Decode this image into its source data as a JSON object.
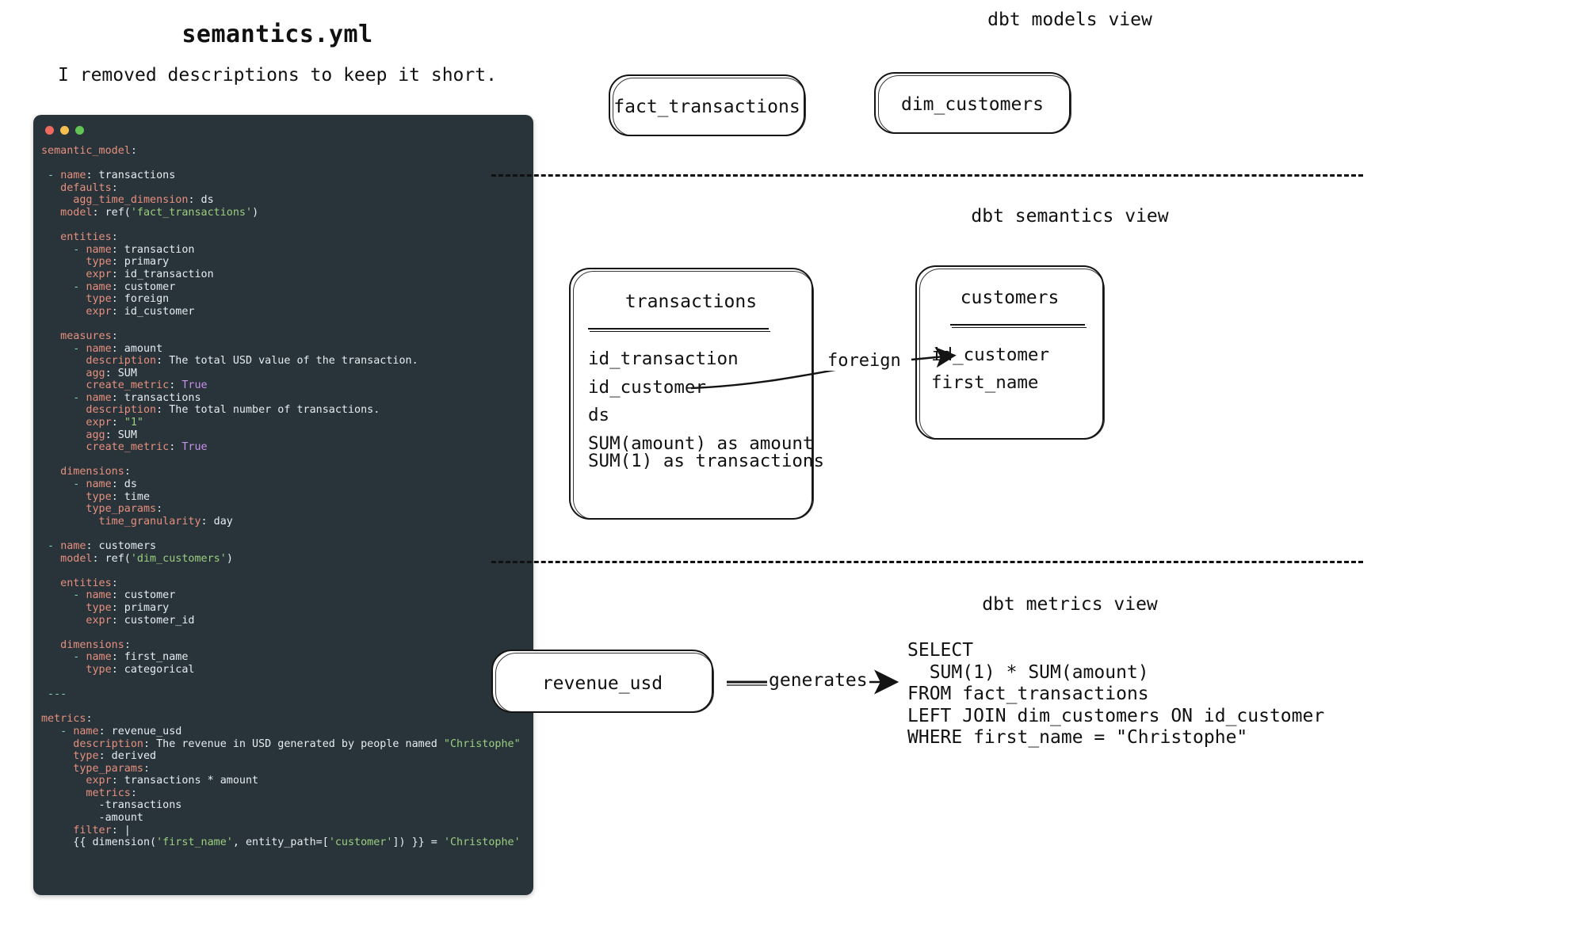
{
  "file_panel": {
    "title": "semantics.yml",
    "subtitle": "I removed descriptions to keep it short.",
    "window_dots": [
      "close-red",
      "minimize-yellow",
      "maximize-green"
    ],
    "code_lines": [
      [
        {
          "t": "semantic_model",
          "c": "k"
        },
        {
          "t": ":",
          "c": "punc"
        }
      ],
      [],
      [
        {
          "t": " - ",
          "c": "dash"
        },
        {
          "t": "name",
          "c": "k"
        },
        {
          "t": ": transactions",
          "c": "v"
        }
      ],
      [
        {
          "t": "   defaults",
          "c": "k"
        },
        {
          "t": ":",
          "c": "punc"
        }
      ],
      [
        {
          "t": "     agg_time_dimension",
          "c": "k"
        },
        {
          "t": ": ds",
          "c": "v"
        }
      ],
      [
        {
          "t": "   model",
          "c": "k"
        },
        {
          "t": ": ref(",
          "c": "v"
        },
        {
          "t": "'fact_transactions'",
          "c": "str"
        },
        {
          "t": ")",
          "c": "v"
        }
      ],
      [],
      [
        {
          "t": "   entities",
          "c": "k"
        },
        {
          "t": ":",
          "c": "punc"
        }
      ],
      [
        {
          "t": "     - ",
          "c": "dash"
        },
        {
          "t": "name",
          "c": "k"
        },
        {
          "t": ": transaction",
          "c": "v"
        }
      ],
      [
        {
          "t": "       type",
          "c": "k"
        },
        {
          "t": ": primary",
          "c": "v"
        }
      ],
      [
        {
          "t": "       expr",
          "c": "k"
        },
        {
          "t": ": id_transaction",
          "c": "v"
        }
      ],
      [
        {
          "t": "     - ",
          "c": "dash"
        },
        {
          "t": "name",
          "c": "k"
        },
        {
          "t": ": customer",
          "c": "v"
        }
      ],
      [
        {
          "t": "       type",
          "c": "k"
        },
        {
          "t": ": foreign",
          "c": "v"
        }
      ],
      [
        {
          "t": "       expr",
          "c": "k"
        },
        {
          "t": ": id_customer",
          "c": "v"
        }
      ],
      [],
      [
        {
          "t": "   measures",
          "c": "k"
        },
        {
          "t": ":",
          "c": "punc"
        }
      ],
      [
        {
          "t": "     - ",
          "c": "dash"
        },
        {
          "t": "name",
          "c": "k"
        },
        {
          "t": ": amount",
          "c": "v"
        }
      ],
      [
        {
          "t": "       description",
          "c": "k"
        },
        {
          "t": ": The total USD value of the transaction.",
          "c": "v"
        }
      ],
      [
        {
          "t": "       agg",
          "c": "k"
        },
        {
          "t": ": SUM",
          "c": "v"
        }
      ],
      [
        {
          "t": "       create_metric",
          "c": "k"
        },
        {
          "t": ": ",
          "c": "v"
        },
        {
          "t": "True",
          "c": "bool"
        }
      ],
      [
        {
          "t": "     - ",
          "c": "dash"
        },
        {
          "t": "name",
          "c": "k"
        },
        {
          "t": ": transactions",
          "c": "v"
        }
      ],
      [
        {
          "t": "       description",
          "c": "k"
        },
        {
          "t": ": The total number of transactions.",
          "c": "v"
        }
      ],
      [
        {
          "t": "       expr",
          "c": "k"
        },
        {
          "t": ": ",
          "c": "v"
        },
        {
          "t": "\"1\"",
          "c": "str"
        }
      ],
      [
        {
          "t": "       agg",
          "c": "k"
        },
        {
          "t": ": SUM",
          "c": "v"
        }
      ],
      [
        {
          "t": "       create_metric",
          "c": "k"
        },
        {
          "t": ": ",
          "c": "v"
        },
        {
          "t": "True",
          "c": "bool"
        }
      ],
      [],
      [
        {
          "t": "   dimensions",
          "c": "k"
        },
        {
          "t": ":",
          "c": "punc"
        }
      ],
      [
        {
          "t": "     - ",
          "c": "dash"
        },
        {
          "t": "name",
          "c": "k"
        },
        {
          "t": ": ds",
          "c": "v"
        }
      ],
      [
        {
          "t": "       type",
          "c": "k"
        },
        {
          "t": ": time",
          "c": "v"
        }
      ],
      [
        {
          "t": "       type_params",
          "c": "k"
        },
        {
          "t": ":",
          "c": "punc"
        }
      ],
      [
        {
          "t": "         time_granularity",
          "c": "k"
        },
        {
          "t": ": day",
          "c": "v"
        }
      ],
      [],
      [
        {
          "t": " - ",
          "c": "dash"
        },
        {
          "t": "name",
          "c": "k"
        },
        {
          "t": ": customers",
          "c": "v"
        }
      ],
      [
        {
          "t": "   model",
          "c": "k"
        },
        {
          "t": ": ref(",
          "c": "v"
        },
        {
          "t": "'dim_customers'",
          "c": "str"
        },
        {
          "t": ")",
          "c": "v"
        }
      ],
      [],
      [
        {
          "t": "   entities",
          "c": "k"
        },
        {
          "t": ":",
          "c": "punc"
        }
      ],
      [
        {
          "t": "     - ",
          "c": "dash"
        },
        {
          "t": "name",
          "c": "k"
        },
        {
          "t": ": customer",
          "c": "v"
        }
      ],
      [
        {
          "t": "       type",
          "c": "k"
        },
        {
          "t": ": primary",
          "c": "v"
        }
      ],
      [
        {
          "t": "       expr",
          "c": "k"
        },
        {
          "t": ": customer_id",
          "c": "v"
        }
      ],
      [],
      [
        {
          "t": "   dimensions",
          "c": "k"
        },
        {
          "t": ":",
          "c": "punc"
        }
      ],
      [
        {
          "t": "     - ",
          "c": "dash"
        },
        {
          "t": "name",
          "c": "k"
        },
        {
          "t": ": first_name",
          "c": "v"
        }
      ],
      [
        {
          "t": "       type",
          "c": "k"
        },
        {
          "t": ": categorical",
          "c": "v"
        }
      ],
      [],
      [
        {
          "t": " ---",
          "c": "dash"
        }
      ],
      [],
      [
        {
          "t": "metrics",
          "c": "k"
        },
        {
          "t": ":",
          "c": "punc"
        }
      ],
      [
        {
          "t": "   - ",
          "c": "dash"
        },
        {
          "t": "name",
          "c": "k"
        },
        {
          "t": ": revenue_usd",
          "c": "v"
        }
      ],
      [
        {
          "t": "     description",
          "c": "k"
        },
        {
          "t": ": The revenue in USD generated by people named ",
          "c": "v"
        },
        {
          "t": "\"Christophe\"",
          "c": "str"
        }
      ],
      [
        {
          "t": "     type",
          "c": "k"
        },
        {
          "t": ": derived",
          "c": "v"
        }
      ],
      [
        {
          "t": "     type_params",
          "c": "k"
        },
        {
          "t": ":",
          "c": "punc"
        }
      ],
      [
        {
          "t": "       expr",
          "c": "k"
        },
        {
          "t": ": transactions * amount",
          "c": "v"
        }
      ],
      [
        {
          "t": "       metrics",
          "c": "k"
        },
        {
          "t": ":",
          "c": "punc"
        }
      ],
      [
        {
          "t": "         -transactions",
          "c": "v"
        }
      ],
      [
        {
          "t": "         -amount",
          "c": "v"
        }
      ],
      [
        {
          "t": "     filter",
          "c": "k"
        },
        {
          "t": ": |",
          "c": "v"
        }
      ],
      [
        {
          "t": "     {{ dimension(",
          "c": "v"
        },
        {
          "t": "'first_name'",
          "c": "str"
        },
        {
          "t": ", entity_path=[",
          "c": "v"
        },
        {
          "t": "'customer'",
          "c": "str"
        },
        {
          "t": "]) }} = ",
          "c": "v"
        },
        {
          "t": "'Christophe'",
          "c": "str"
        }
      ]
    ]
  },
  "models_view": {
    "title": "dbt models view",
    "boxes": [
      {
        "label": "fact_transactions"
      },
      {
        "label": "dim_customers"
      }
    ]
  },
  "semantics_view": {
    "title": "dbt semantics view",
    "transactions": {
      "title": "transactions",
      "fields": [
        "id_transaction",
        "id_customer",
        "ds",
        "SUM(amount) as amount",
        "SUM(1) as transactions"
      ]
    },
    "customers": {
      "title": "customers",
      "fields": [
        "id_customer",
        "first_name"
      ]
    },
    "relation_label": "foreign"
  },
  "metrics_view": {
    "title": "dbt metrics view",
    "metric_box_label": "revenue_usd",
    "arrow_label": "generates",
    "sql_lines": [
      "SELECT",
      "  SUM(1) * SUM(amount)",
      "FROM fact_transactions",
      "LEFT JOIN dim_customers ON id_customer",
      "WHERE first_name = \"Christophe\""
    ]
  },
  "colors": {
    "code_background": "#28333a",
    "code_key": "#e8907e",
    "code_value": "#e6edf2",
    "code_string": "#9ccf7f",
    "code_bool": "#c792ea",
    "code_dash": "#7fd0b5",
    "ink": "#141414",
    "page_background": "#ffffff"
  }
}
